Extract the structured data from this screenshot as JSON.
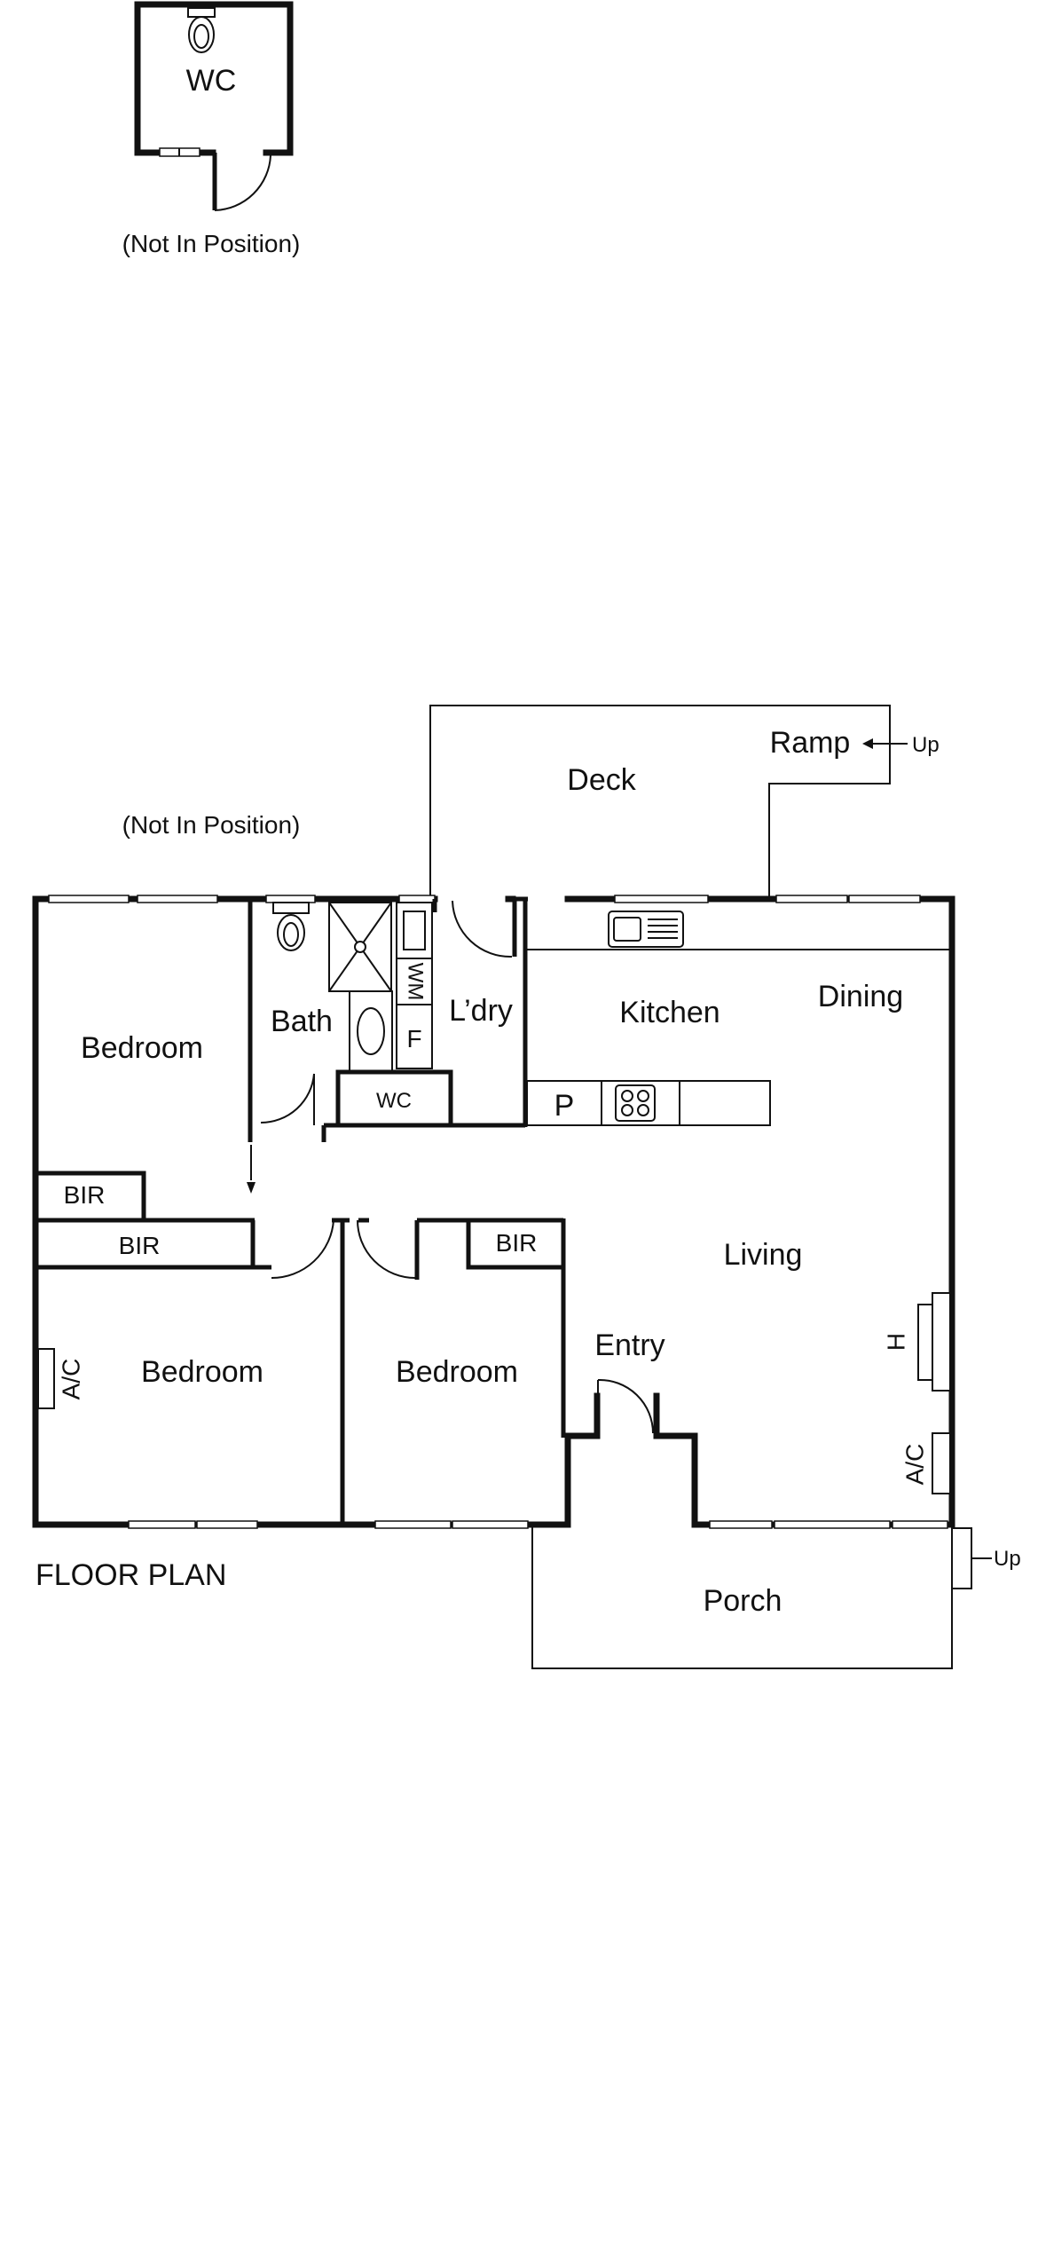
{
  "wc_outbuilding": {
    "label": "WC",
    "note": "(Not In Position)"
  },
  "deck_note": "(Not In Position)",
  "title": "FLOOR PLAN",
  "rooms": {
    "deck": "Deck",
    "ramp": "Ramp",
    "ramp_up": "Up",
    "bedroom_main": "Bedroom",
    "bath": "Bath",
    "laundry": "L’dry",
    "kitchen": "Kitchen",
    "dining": "Dining",
    "wc": "WC",
    "wm": "WM",
    "fridge": "F",
    "pantry": "P",
    "bir_1": "BIR",
    "bir_2": "BIR",
    "bir_3": "BIR",
    "living": "Living",
    "entry": "Entry",
    "bedroom_2": "Bedroom",
    "bedroom_3": "Bedroom",
    "ac_1": "A/C",
    "ac_2": "A/C",
    "heater": "H",
    "porch": "Porch",
    "porch_up": "Up"
  },
  "colors": {
    "ink": "#111111",
    "background": "#ffffff"
  }
}
